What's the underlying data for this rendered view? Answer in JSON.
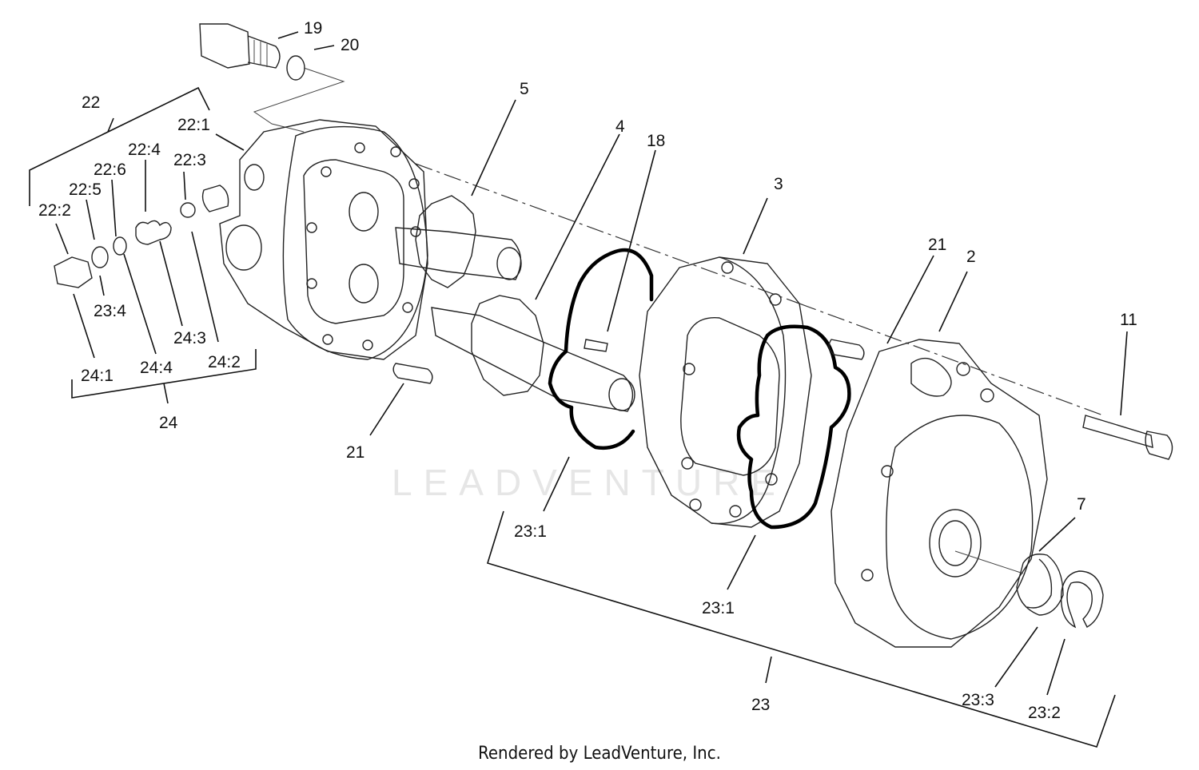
{
  "watermark": "LEADVENTURE",
  "footer": "Rendered by LeadVenture, Inc.",
  "callouts": {
    "c19": "19",
    "c20": "20",
    "c22": "22",
    "c22_1": "22:1",
    "c22_4": "22:4",
    "c22_3": "22:3",
    "c22_6": "22:6",
    "c22_5": "22:5",
    "c22_2": "22:2",
    "c5": "5",
    "c4": "4",
    "c18": "18",
    "c3": "3",
    "c21a": "21",
    "c2": "2",
    "c11": "11",
    "c23_4": "23:4",
    "c24_3": "24:3",
    "c24_1": "24:1",
    "c24_4": "24:4",
    "c24_2": "24:2",
    "c24": "24",
    "c21b": "21",
    "c23_1a": "23:1",
    "c23_1b": "23:1",
    "c7": "7",
    "c23": "23",
    "c23_3": "23:3",
    "c23_2": "23:2"
  }
}
